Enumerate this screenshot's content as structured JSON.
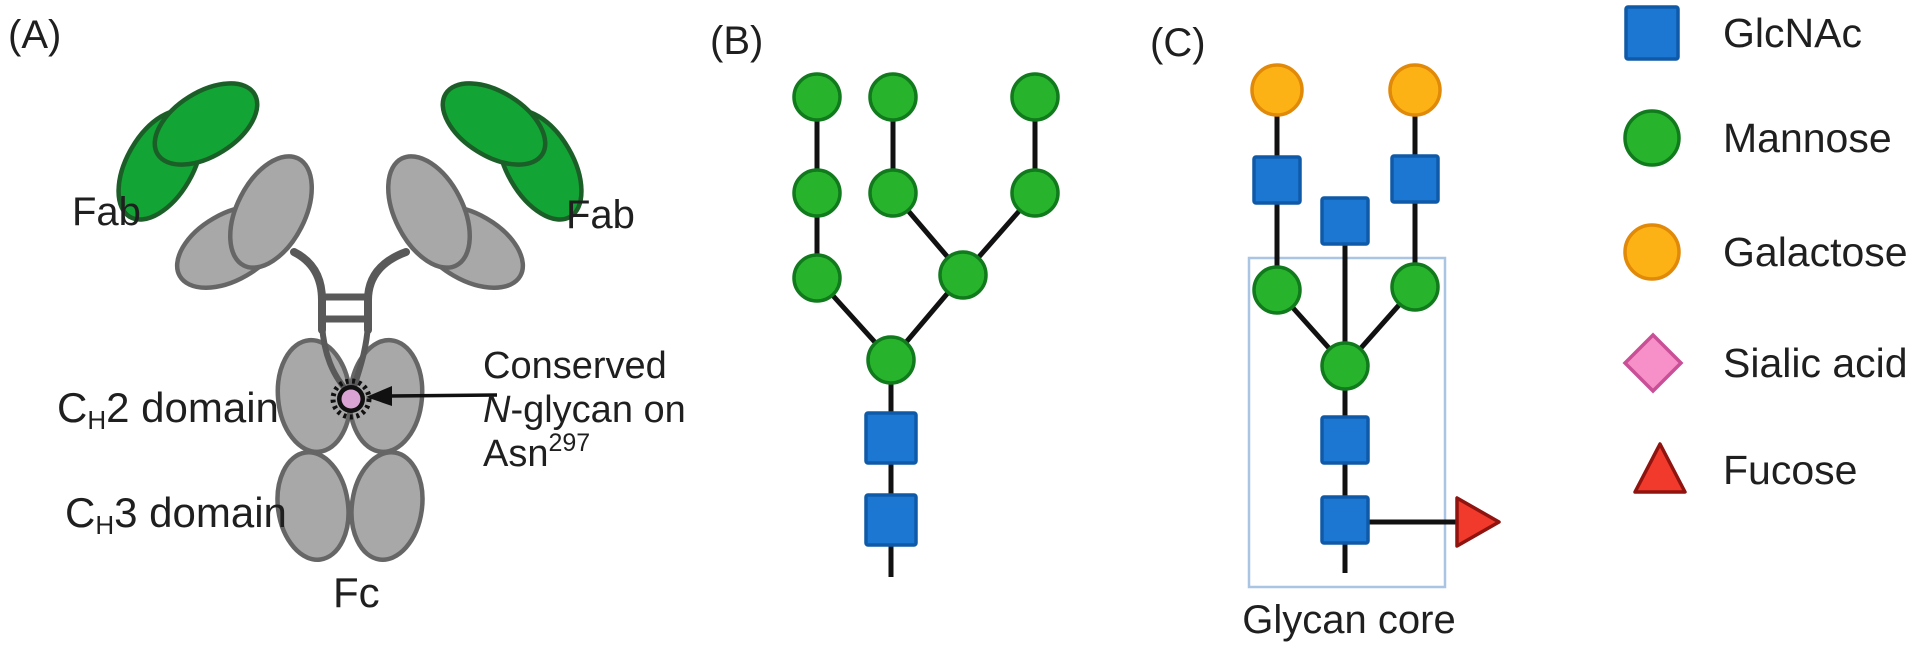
{
  "figure": {
    "description": "Antibody N-glycosylation diagram with glycan structures and symbol legend"
  },
  "panels": {
    "a": {
      "label": "(A)",
      "fab_left": "Fab",
      "fab_right": "Fab",
      "ch2": {
        "c": "C",
        "sub": "H",
        "rest": "2 domain"
      },
      "ch3": {
        "c": "C",
        "sub": "H",
        "rest": "3 domain"
      },
      "fc": "Fc",
      "annotation": {
        "line1": "Conserved",
        "line2_italic": "N",
        "line2_rest": "-glycan on",
        "line3": "Asn",
        "line3_sup": "297"
      }
    },
    "b": {
      "label": "(B)"
    },
    "c": {
      "label": "(C)",
      "box_label": "Glycan core"
    }
  },
  "legend": {
    "items": [
      {
        "icon": "glcnac-square-icon",
        "label": "GlcNAc",
        "color": "#1b77d2"
      },
      {
        "icon": "mannose-circle-icon",
        "label": "Mannose",
        "color": "#27b42c"
      },
      {
        "icon": "galactose-circle-icon",
        "label": "Galactose",
        "color": "#fcb215"
      },
      {
        "icon": "sialic-acid-diamond-icon",
        "label": "Sialic acid",
        "color": "#f78fc8"
      },
      {
        "icon": "fucose-triangle-icon",
        "label": "Fucose",
        "color": "#f23a2c"
      }
    ]
  },
  "colors": {
    "glcnac_fill": "#1b77d2",
    "glcnac_stroke": "#0f5aa8",
    "mannose_fill": "#27b42c",
    "mannose_stroke": "#117a1d",
    "galactose_fill": "#fcb215",
    "galactose_stroke": "#e18908",
    "sialic_fill": "#f78fc8",
    "sialic_stroke": "#c94f96",
    "fucose_fill": "#f23a2c",
    "fucose_stroke": "#8f1410",
    "antibody_gray": "#a8a8a8",
    "antibody_gray_stroke": "#666666",
    "fab_green": "#12a535",
    "fab_green_stroke": "#1b5e27",
    "hinge_gray": "#595959",
    "glycan_site_pink": "#d9a3d3",
    "edge_black": "#111111",
    "core_box_blue": "#aac4e4",
    "text": "#1f1f1f",
    "background": "#ffffff"
  }
}
